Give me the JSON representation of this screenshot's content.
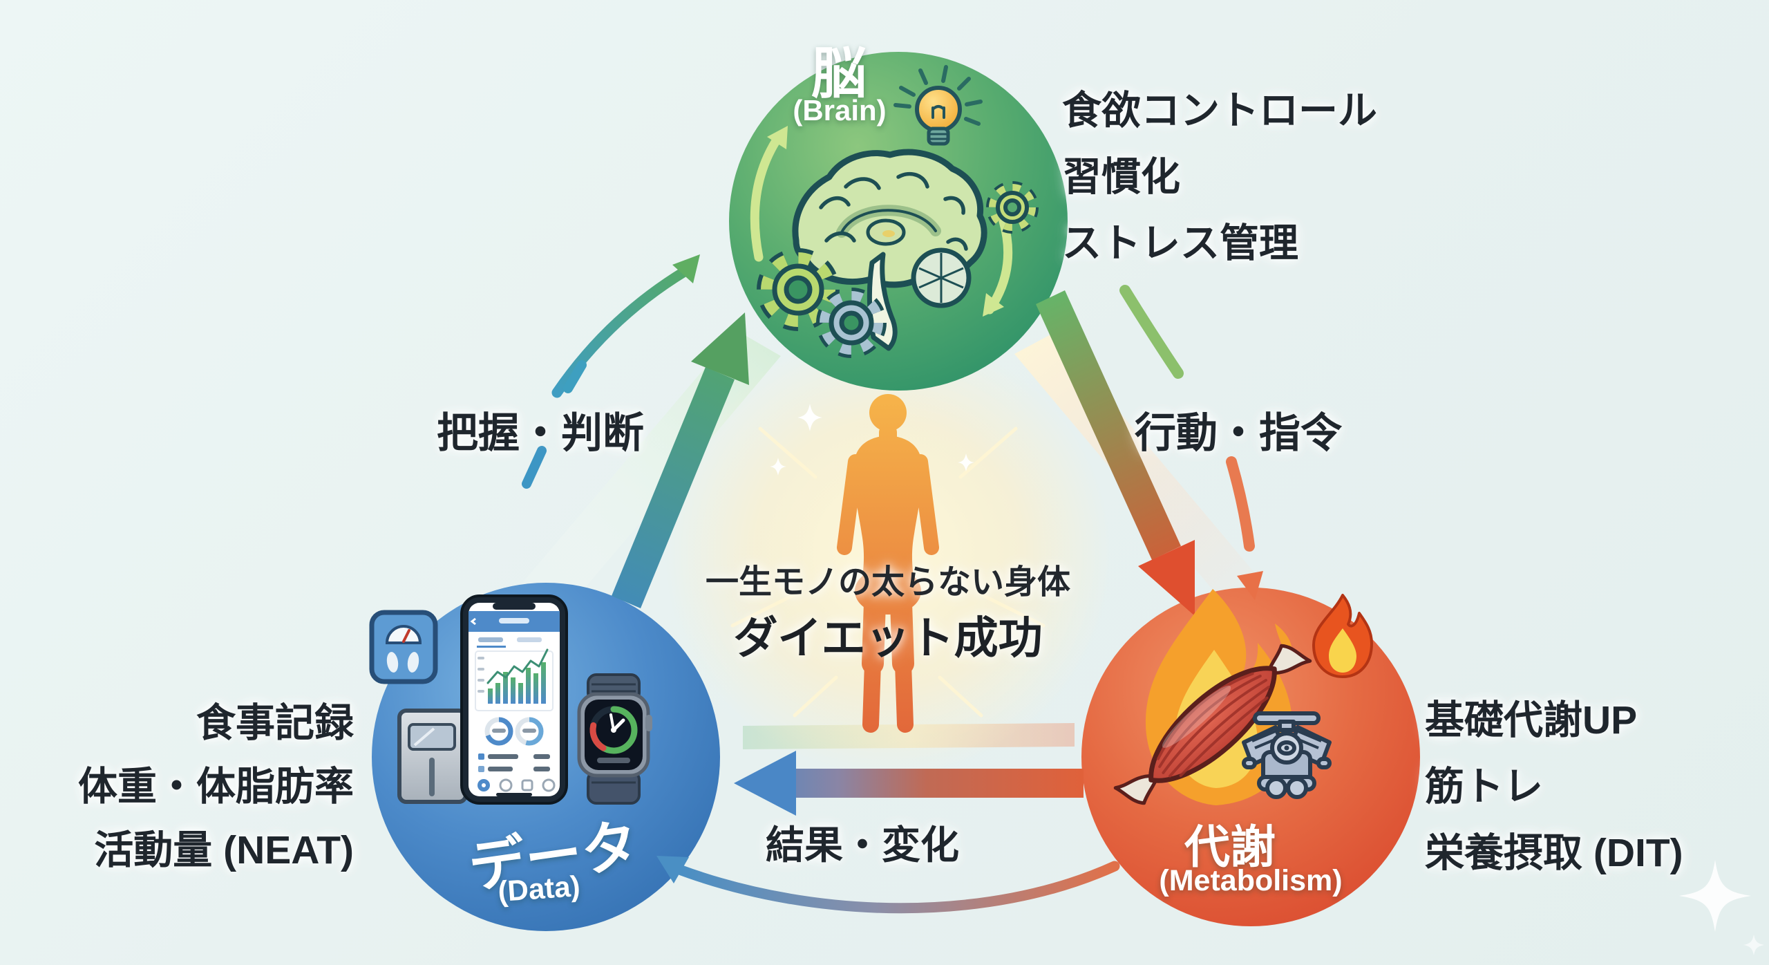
{
  "center": {
    "line1": "一生モノの太らない身体",
    "line2": "ダイエット成功"
  },
  "nodes": {
    "brain": {
      "label": "脳",
      "sublabel": "(Brain)",
      "color": "#3f9a66",
      "items": [
        "食欲コントロール",
        "習慣化",
        "ストレス管理"
      ]
    },
    "data": {
      "label": "データ",
      "sublabel": "(Data)",
      "color": "#3c7fc0",
      "items": [
        "食事記録",
        "体重・体脂肪率",
        "活動量 (NEAT)"
      ]
    },
    "metabolism": {
      "label": "代謝",
      "sublabel": "(Metabolism)",
      "color": "#e05a38",
      "items": [
        "基礎代謝UP",
        "筋トレ",
        "栄養摂取 (DIT)"
      ]
    }
  },
  "edges": {
    "data_to_brain": "把握・判断",
    "brain_to_metabolism": "行動・指令",
    "metabolism_to_data": "結果・変化"
  },
  "colors": {
    "background": "#eaf3f2",
    "text": "#1f262d",
    "arrow_blue": "#4a87c6",
    "arrow_green": "#55a964",
    "arrow_red": "#e0502f"
  },
  "icons": [
    "brain-icon",
    "gear-icon",
    "lightbulb-icon",
    "scale-icon",
    "body-composition-monitor-icon",
    "smartphone-health-app-icon",
    "smartwatch-icon",
    "muscle-icon",
    "engine-icon",
    "flame-icon",
    "human-silhouette",
    "sparkle-icon"
  ]
}
